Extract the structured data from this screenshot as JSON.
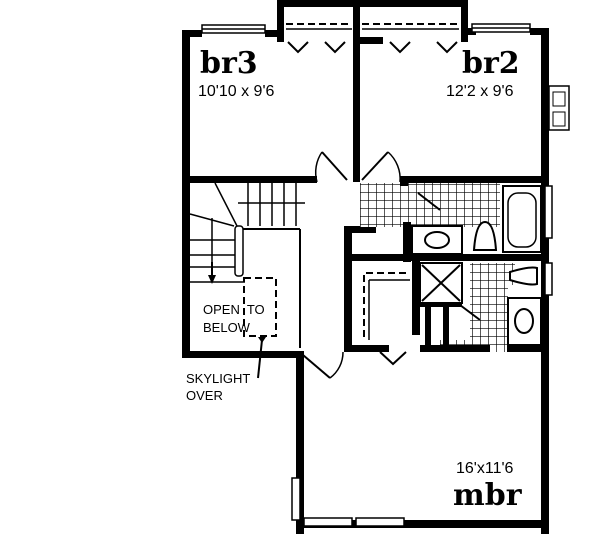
{
  "floor_plan": {
    "rooms": [
      {
        "id": "br3",
        "name": "br3",
        "dimensions": "10'10 x 9'6"
      },
      {
        "id": "br2",
        "name": "br2",
        "dimensions": "12'2 x 9'6"
      },
      {
        "id": "mbr",
        "name": "mbr",
        "dimensions": "16'x11'6"
      }
    ],
    "notes": {
      "open_to_below_line1": "OPEN  TO",
      "open_to_below_line2": "BELOW",
      "skylight_line1": "SKYLIGHT",
      "skylight_line2": "OVER"
    }
  }
}
